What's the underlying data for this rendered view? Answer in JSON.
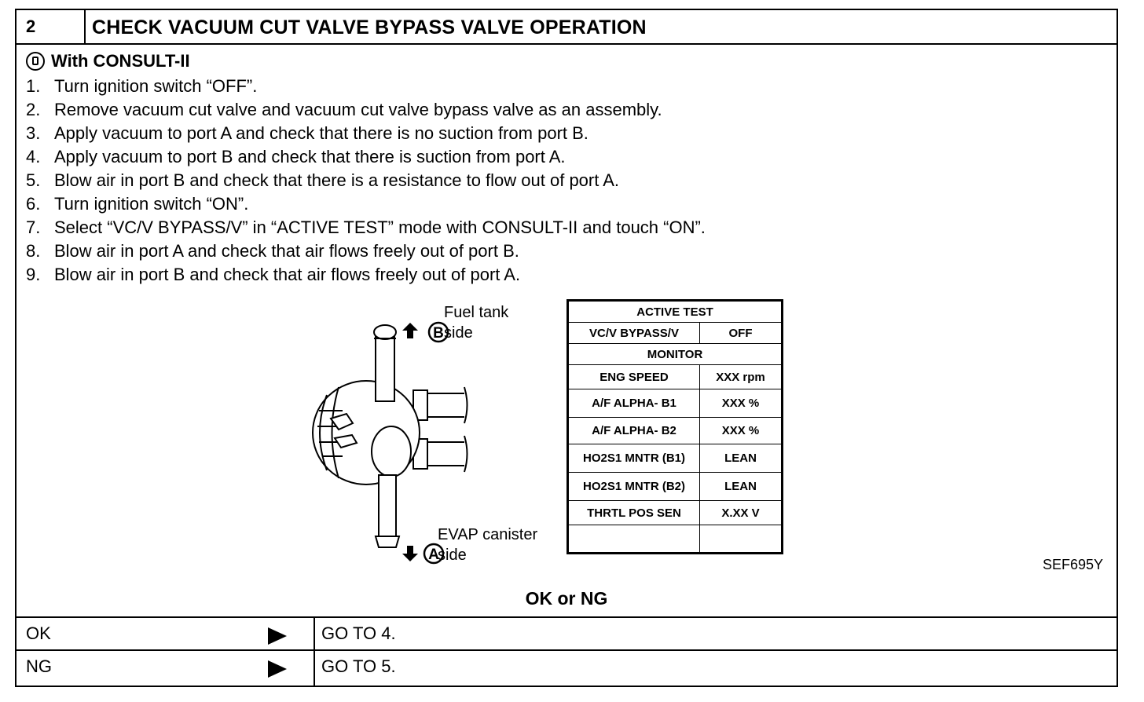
{
  "header": {
    "number": "2",
    "title": "CHECK VACUUM CUT VALVE BYPASS VALVE OPERATION"
  },
  "consult_label": "With CONSULT-II",
  "steps": [
    {
      "n": "1.",
      "text": "Turn ignition switch “OFF”."
    },
    {
      "n": "2.",
      "text": "Remove vacuum cut valve and vacuum cut valve bypass valve as an assembly."
    },
    {
      "n": "3.",
      "text": "Apply vacuum to port A and check that there is no suction from port B."
    },
    {
      "n": "4.",
      "text": "Apply vacuum to port B and check that there is suction from port A."
    },
    {
      "n": "5.",
      "text": "Blow air in port B and check that there is a resistance to flow out of port A."
    },
    {
      "n": "6.",
      "text": "Turn ignition switch “ON”."
    },
    {
      "n": "7.",
      "text": "Select “VC/V BYPASS/V” in “ACTIVE TEST” mode with CONSULT-II and touch “ON”."
    },
    {
      "n": "8.",
      "text": "Blow air in port A and check that air flows freely out of port B."
    },
    {
      "n": "9.",
      "text": "Blow air in port B and check that air flows freely out of port A."
    }
  ],
  "diagram": {
    "port_b_letter": "B",
    "port_b_line1": "Fuel tank",
    "port_b_line2": "side",
    "port_a_letter": "A",
    "port_a_line1": "EVAP canister",
    "port_a_line2": "side"
  },
  "active_test": {
    "title": "ACTIVE TEST",
    "test_item": "VC/V BYPASS/V",
    "test_value": "OFF",
    "monitor_title": "MONITOR",
    "rows": [
      {
        "name": "ENG SPEED",
        "value": "XXX rpm"
      },
      {
        "name": "A/F ALPHA- B1",
        "value": "XXX %"
      },
      {
        "name": "A/F ALPHA- B2",
        "value": "XXX %"
      },
      {
        "name": "HO2S1 MNTR (B1)",
        "value": "LEAN"
      },
      {
        "name": "HO2S1 MNTR (B2)",
        "value": "LEAN"
      },
      {
        "name": "THRTL POS SEN",
        "value": "X.XX V"
      },
      {
        "name": "",
        "value": ""
      }
    ]
  },
  "figure_code": "SEF695Y",
  "ok_or_ng": "OK or NG",
  "results": [
    {
      "key": "OK",
      "action": "GO TO 4."
    },
    {
      "key": "NG",
      "action": "GO TO 5."
    }
  ]
}
